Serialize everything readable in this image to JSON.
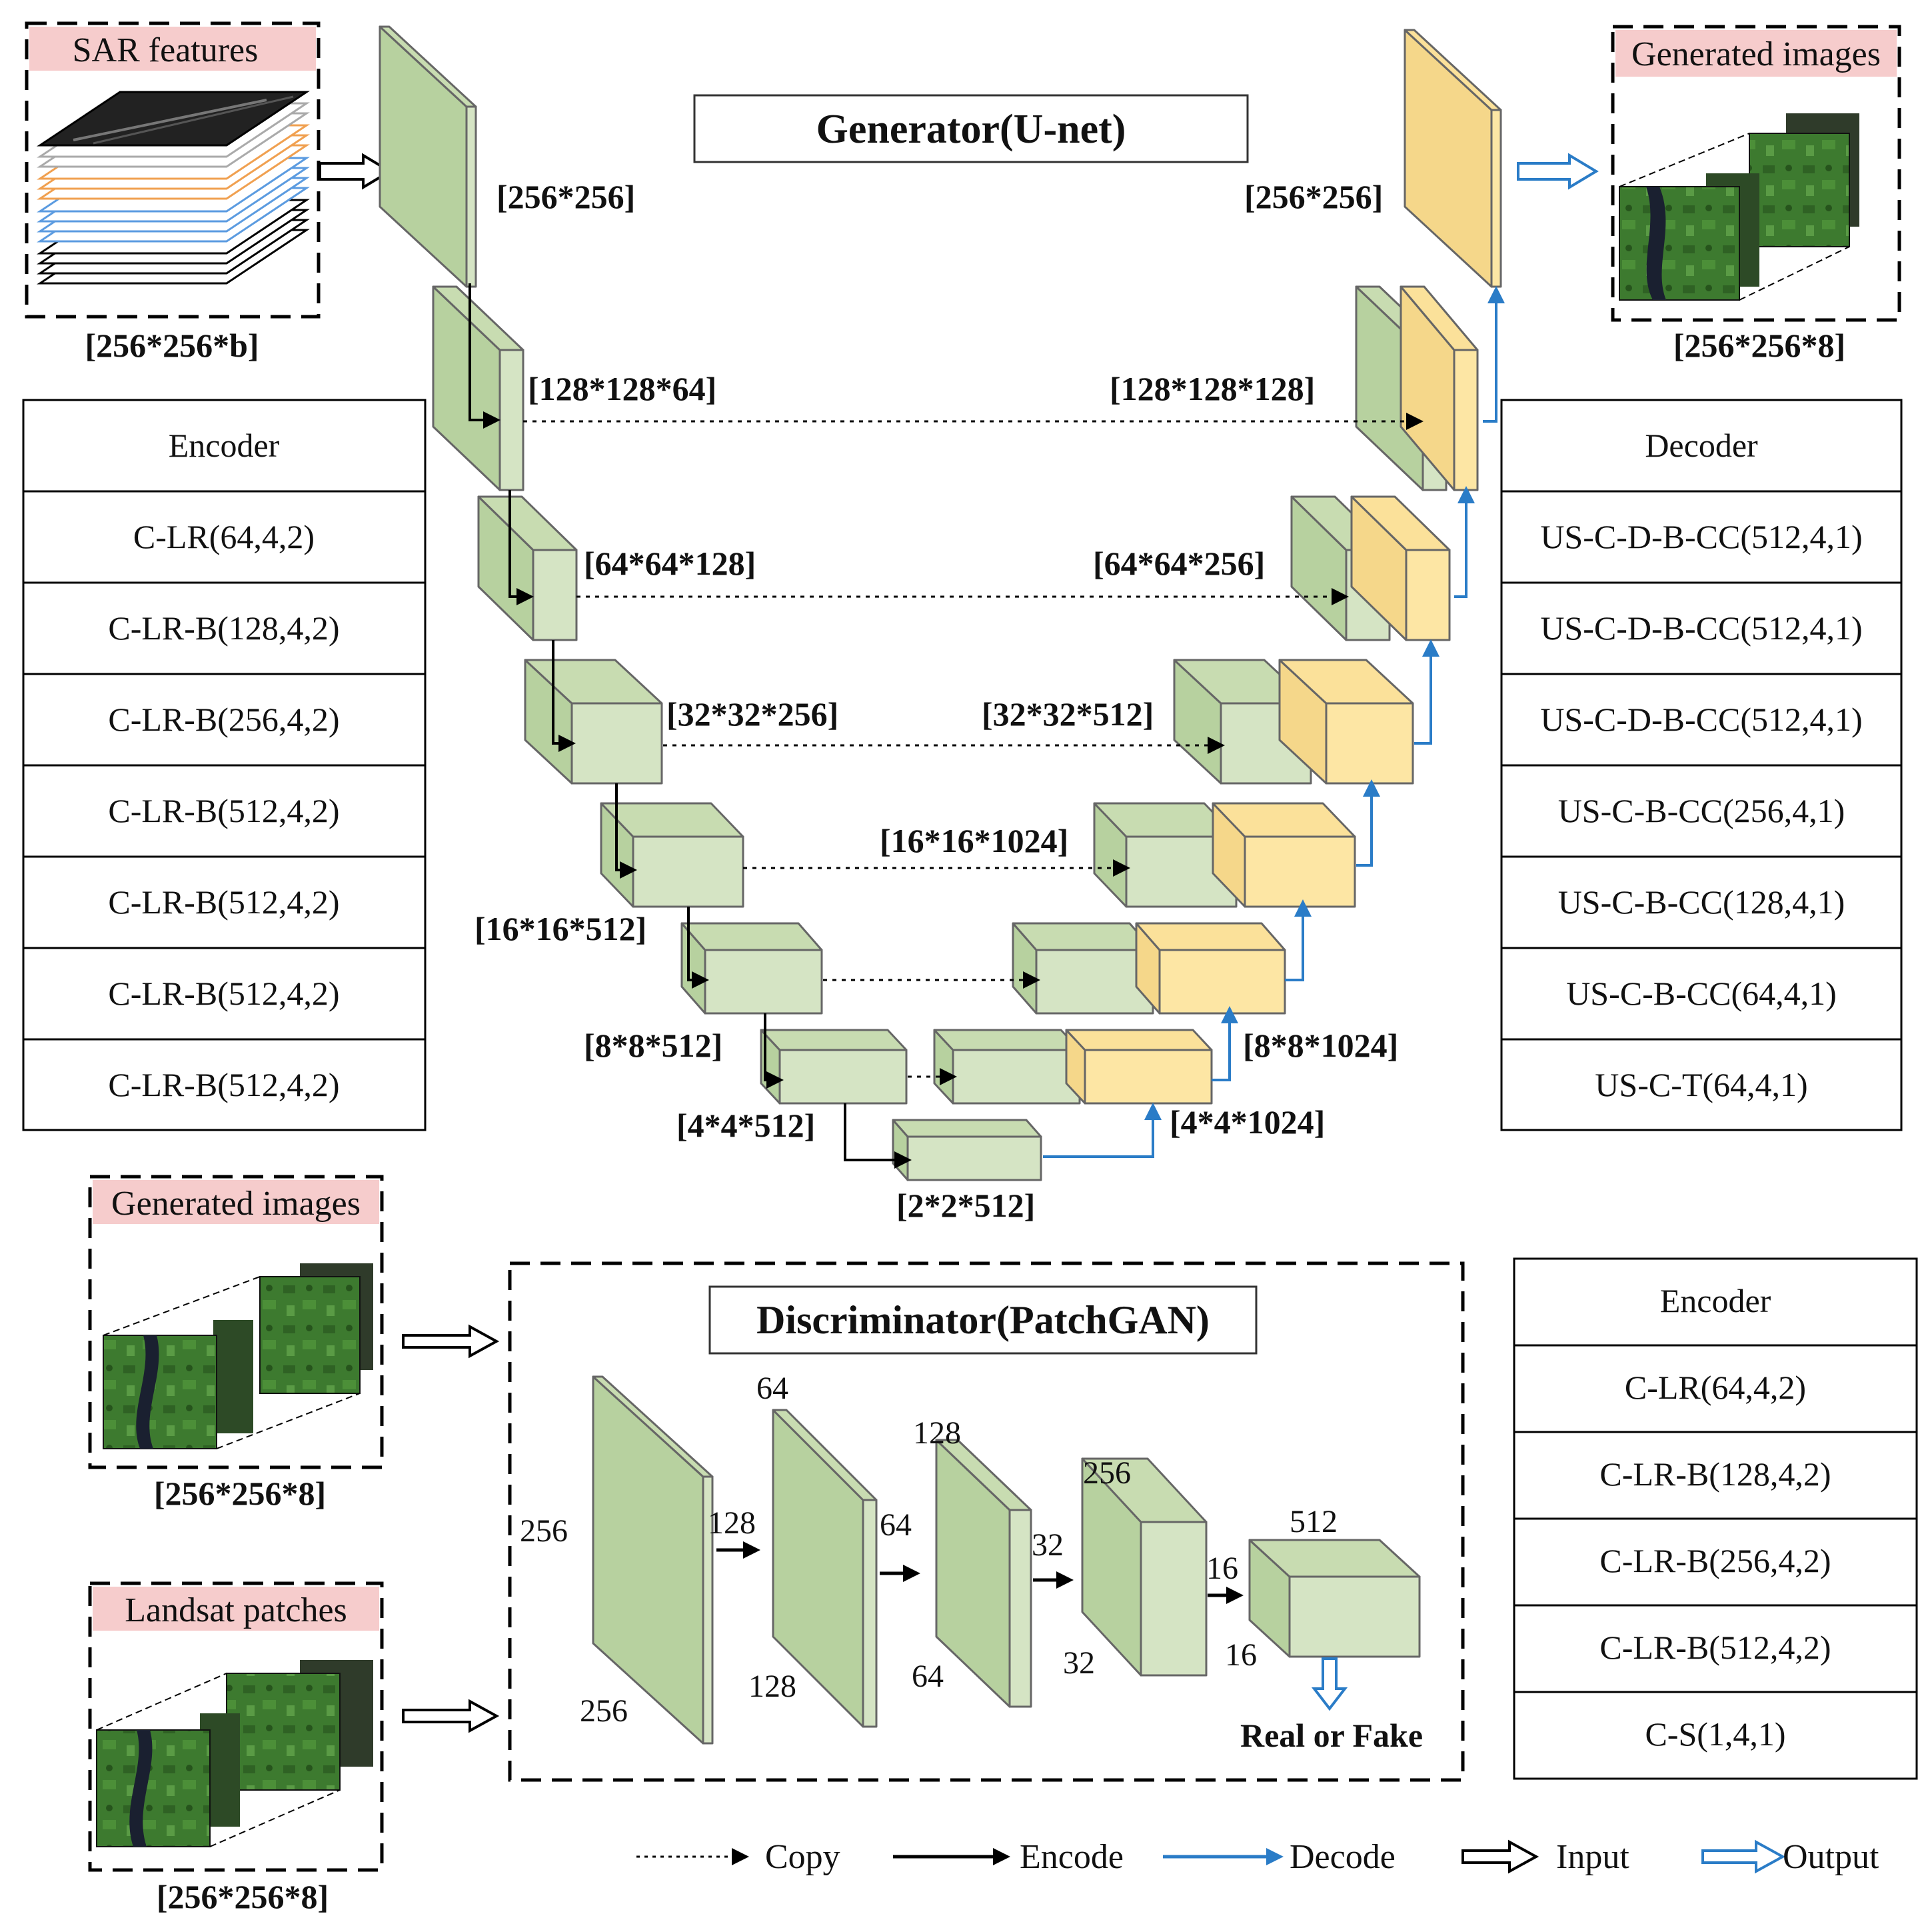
{
  "generator": {
    "title": "Generator(U-net)",
    "input_label": "SAR features",
    "input_size": "[256*256*b]",
    "output_label": "Generated images",
    "output_size": "[256*256*8]",
    "encoder_dims": [
      "[256*256]",
      "[128*128*64]",
      "[64*64*128]",
      "[32*32*256]",
      "[16*16*512]",
      "[8*8*512]",
      "[4*4*512]",
      "[2*2*512]"
    ],
    "decoder_dims": [
      "[256*256]",
      "[128*128*128]",
      "[64*64*256]",
      "[32*32*512]",
      "[16*16*1024]",
      "[8*8*1024]",
      "[4*4*1024]"
    ]
  },
  "encoder_table": {
    "header": "Encoder",
    "rows": [
      "C-LR(64,4,2)",
      "C-LR-B(128,4,2)",
      "C-LR-B(256,4,2)",
      "C-LR-B(512,4,2)",
      "C-LR-B(512,4,2)",
      "C-LR-B(512,4,2)",
      "C-LR-B(512,4,2)"
    ]
  },
  "decoder_table": {
    "header": "Decoder",
    "rows": [
      "US-C-D-B-CC(512,4,1)",
      "US-C-D-B-CC(512,4,1)",
      "US-C-D-B-CC(512,4,1)",
      "US-C-B-CC(256,4,1)",
      "US-C-B-CC(128,4,1)",
      "US-C-B-CC(64,4,1)",
      "US-C-T(64,4,1)"
    ]
  },
  "discriminator": {
    "title": "Discriminator(PatchGAN)",
    "input1_label": "Generated images",
    "input1_size": "[256*256*8]",
    "input2_label": "Landsat patches",
    "input2_size": "[256*256*8]",
    "layer1": {
      "h": "256",
      "v": "256"
    },
    "layer2": {
      "in": "128",
      "top": "64",
      "bottom": "128"
    },
    "layer3": {
      "in": "64",
      "top": "128",
      "bottom": "64"
    },
    "layer4": {
      "in": "32",
      "top": "256",
      "bottom": "32"
    },
    "layer5": {
      "in": "16",
      "top": "512",
      "bottom": "16"
    },
    "output": "Real or Fake"
  },
  "disc_table": {
    "header": "Encoder",
    "rows": [
      "C-LR(64,4,2)",
      "C-LR-B(128,4,2)",
      "C-LR-B(256,4,2)",
      "C-LR-B(512,4,2)",
      "C-S(1,4,1)"
    ]
  },
  "legend": {
    "copy": "Copy",
    "encode": "Encode",
    "decode": "Decode",
    "input": "Input",
    "output": "Output"
  },
  "colors": {
    "green_front": "#d5e4c4",
    "green_side": "#b7d19f",
    "green_top": "#c8dcb1",
    "yellow": "#fde6a4",
    "blue": "#2a7cc7",
    "pink": "#f6cccc"
  }
}
